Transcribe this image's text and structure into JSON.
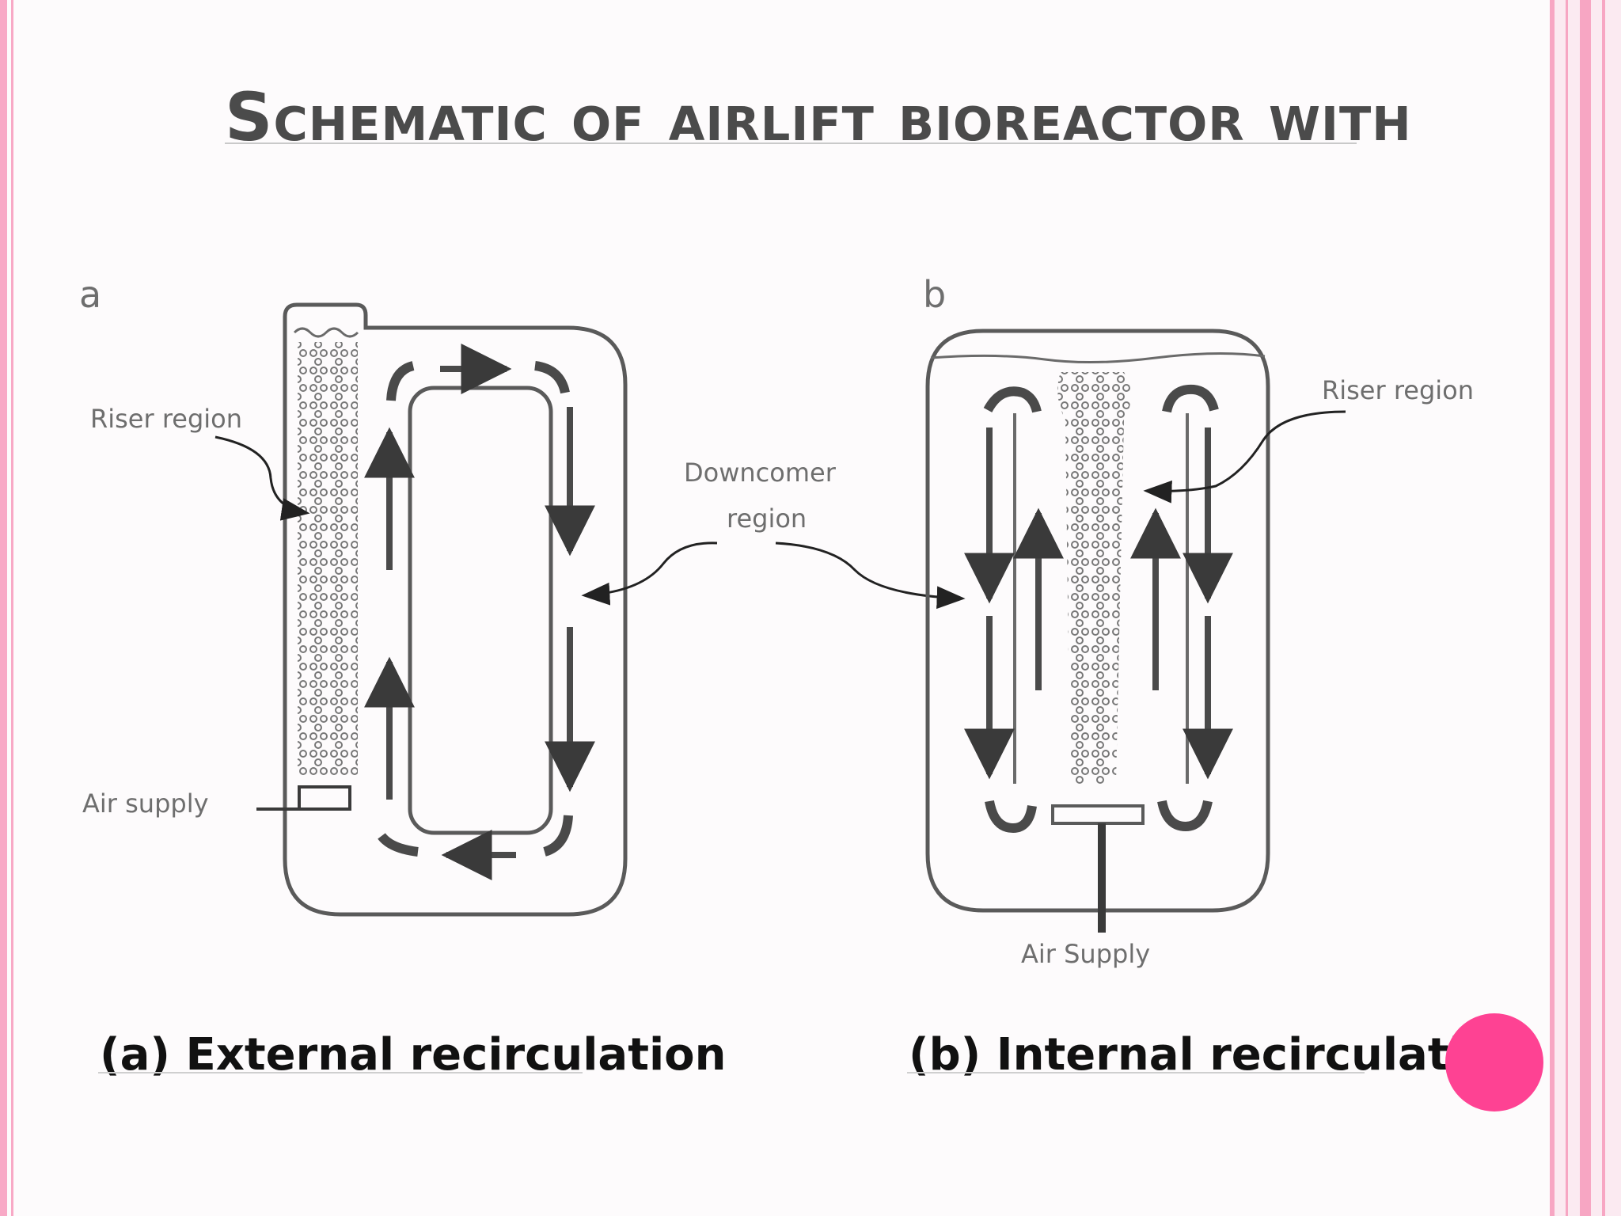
{
  "slide": {
    "title": "Schematic of airlift bioreactor with",
    "accent_color": "#fe4293",
    "border_color": "#f8a9c6"
  },
  "diagram": {
    "panel_a_letter": "a",
    "panel_b_letter": "b",
    "a_riser_label": "Riser region",
    "a_air_label": "Air supply",
    "downcomer_label_line1": "Downcomer",
    "downcomer_label_line2": "region",
    "b_riser_label": "Riser region",
    "b_air_label": "Air Supply"
  },
  "captions": {
    "a": "(a) External recirculation",
    "b": "(b) Internal recirculation"
  }
}
